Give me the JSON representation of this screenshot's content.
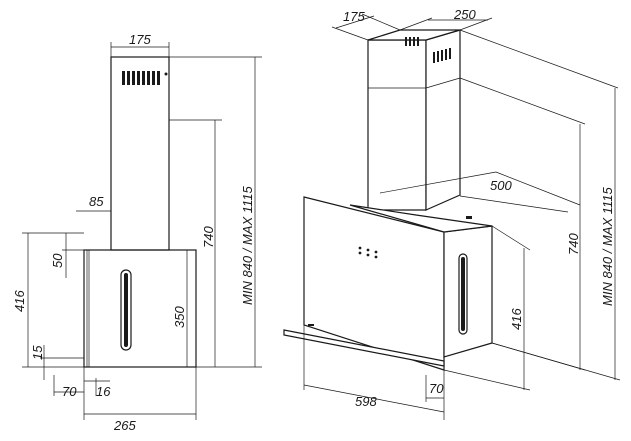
{
  "front_view": {
    "width_chimney": "175",
    "offset_side": "85",
    "height_total": "740",
    "height_min_max": "MIN 840 / MAX 1115",
    "depth_glass": "50",
    "height_body": "416",
    "height_lower": "350",
    "depth_bottom": "15",
    "gap_70": "70",
    "gap_16": "16",
    "width_base": "265"
  },
  "iso_view": {
    "chimney_175": "175",
    "chimney_250": "250",
    "depth_500": "500",
    "height_740": "740",
    "height_min_max": "MIN 840 / MAX 1115",
    "height_416": "416",
    "width_598": "598",
    "depth_70": "70"
  }
}
